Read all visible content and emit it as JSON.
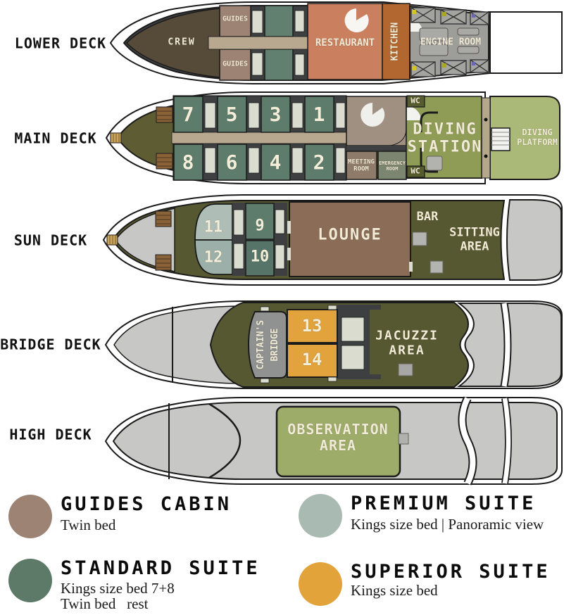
{
  "title": "Boat deck plan",
  "decks": [
    {
      "id": "lower",
      "label": "LOWER DECK",
      "rooms": {
        "crew": "CREW",
        "guides_top": "GUIDES",
        "guides_bottom": "GUIDES",
        "restaurant": "RESTAURANT",
        "kitchen": "KITCHEN",
        "engine_room": "ENGINE ROOM"
      }
    },
    {
      "id": "main",
      "label": "MAIN DECK",
      "cabins_top": [
        "7",
        "5",
        "3",
        "1"
      ],
      "cabins_bottom": [
        "8",
        "6",
        "4",
        "2"
      ],
      "rooms": {
        "wc_top": "WC",
        "wc_bottom": "WC",
        "meeting_room_line1": "MEETING",
        "meeting_room_line2": "ROOM",
        "emergency_room_line1": "EMERGENCY",
        "emergency_room_line2": "ROOM",
        "diving_station_line1": "DIVING",
        "diving_station_line2": "STATION",
        "diving_platform_line1": "DIVING",
        "diving_platform_line2": "PLATFORM"
      }
    },
    {
      "id": "sun",
      "label": "SUN DECK",
      "cabins_premium": [
        "11",
        "12"
      ],
      "cabins_standard": [
        "9",
        "10"
      ],
      "rooms": {
        "lounge": "LOUNGE",
        "bar": "BAR",
        "sitting_area_line1": "SITTING",
        "sitting_area_line2": "AREA"
      }
    },
    {
      "id": "bridge",
      "label": "BRIDGE DECK",
      "cabins": [
        "13",
        "14"
      ],
      "rooms": {
        "captains_bridge_line1": "CAPTAIN'S",
        "captains_bridge_line2": "BRIDGE",
        "jacuzzi_area_line1": "JACUZZI",
        "jacuzzi_area_line2": "AREA"
      }
    },
    {
      "id": "high",
      "label": "HIGH DECK",
      "rooms": {
        "observation_area_line1": "OBSERVATION",
        "observation_area_line2": "AREA"
      }
    }
  ],
  "legend": {
    "items": [
      {
        "name": "GUIDES CABIN",
        "desc": "Twin bed",
        "color": "#9d8374"
      },
      {
        "name": "PREMIUM SUITE",
        "desc": "Kings size bed | Panoramic view",
        "color": "#a9bab3"
      },
      {
        "name": "STANDARD SUITE",
        "desc": "Kings size bed 7+8",
        "desc2": "Twin bed   rest",
        "color": "#5d7a68"
      },
      {
        "name": "SUPERIOR SUITE",
        "desc": "Kings size bed",
        "color": "#e3a33b"
      }
    ]
  },
  "colors": {
    "outline": "#1b1b1b",
    "crew": "#564a39",
    "guides_cabin": "#9d8373",
    "standard_suite": "#5e7c6c",
    "premium_suite": "#aebdb6",
    "superior_suite": "#e2a23c",
    "bathroom": "#dadcd0",
    "walls": "#3d3f41",
    "corridor": "#b7a88f",
    "restaurant": "#ca7f5e",
    "kitchen": "#b1672f",
    "engine_room": "#9d9d9a",
    "main_bow": "#5e5c33",
    "diving_station": "#8e9c56",
    "diving_platform": "#aab977",
    "meeting_room": "#8e7b69",
    "emergency_room": "#7c856f",
    "stairwell": "#a09081",
    "dark_olive_deck": "#565831",
    "lounge": "#8a6c57",
    "gray_deck": "#c7c7c5",
    "captains_bridge": "#8f9291",
    "observation_area": "#9eac6a"
  }
}
